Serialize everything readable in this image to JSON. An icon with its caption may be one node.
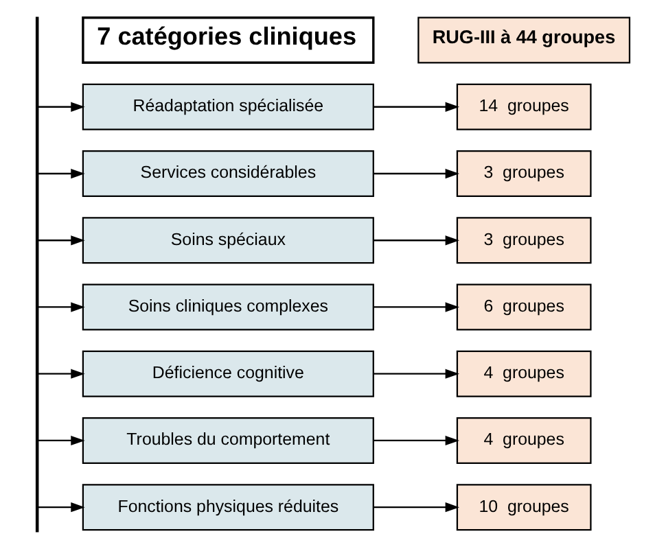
{
  "diagram": {
    "nodes": [
      {
        "text": [
          "7 catégories cliniques"
        ]
      },
      {
        "text": [
          "RUG-III à 44 groupes"
        ]
      },
      {
        "text": [],
        "shape": "bar"
      },
      {
        "text": [
          "Réadaptation spécialisée"
        ]
      },
      {
        "text": [
          "Services considérables"
        ]
      },
      {
        "text": [
          "Soins spéciaux"
        ]
      },
      {
        "text": [
          "Soins cliniques complexes"
        ]
      },
      {
        "text": [
          "Déficience cognitive"
        ]
      },
      {
        "text": [
          "Troubles du comportement"
        ]
      },
      {
        "text": [
          "Fonctions physiques réduites"
        ]
      },
      {
        "text": [
          "14  groupes"
        ]
      },
      {
        "text": [
          "3  groupes"
        ]
      },
      {
        "text": [
          "3  groupes"
        ]
      },
      {
        "text": [
          "6  groupes"
        ]
      },
      {
        "text": [
          "4  groupes"
        ]
      },
      {
        "text": [
          "4  groupes"
        ]
      },
      {
        "text": [
          "10  groupes"
        ]
      }
    ],
    "edges": [
      {
        "from": 2,
        "to": 3,
        "arrow": "to"
      },
      {
        "from": 2,
        "to": 4,
        "arrow": "to"
      },
      {
        "from": 2,
        "to": 5,
        "arrow": "to"
      },
      {
        "from": 2,
        "to": 6,
        "arrow": "to"
      },
      {
        "from": 2,
        "to": 7,
        "arrow": "to"
      },
      {
        "from": 2,
        "to": 8,
        "arrow": "to"
      },
      {
        "from": 2,
        "to": 9,
        "arrow": "to"
      },
      {
        "from": 3,
        "to": 10,
        "arrow": "to"
      },
      {
        "from": 4,
        "to": 11,
        "arrow": "to"
      },
      {
        "from": 5,
        "to": 12,
        "arrow": "to"
      },
      {
        "from": 6,
        "to": 13,
        "arrow": "to"
      },
      {
        "from": 7,
        "to": 14,
        "arrow": "to"
      },
      {
        "from": 8,
        "to": 15,
        "arrow": "to"
      },
      {
        "from": 9,
        "to": 16,
        "arrow": "to"
      }
    ]
  }
}
